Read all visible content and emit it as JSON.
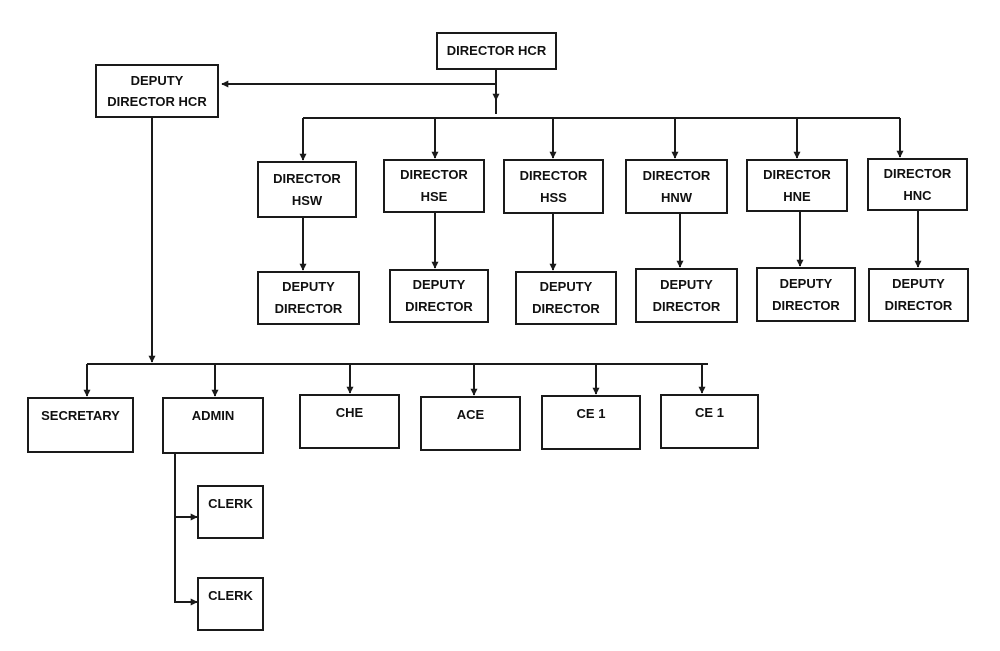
{
  "colors": {
    "line": "#1a1a1a",
    "box_border": "#1a1a1a",
    "text": "#111111",
    "background": "#ffffff"
  },
  "nodes": {
    "director_hcr": [
      "DIRECTOR HCR"
    ],
    "deputy_director_hcr": [
      "DEPUTY",
      "DIRECTOR HCR"
    ],
    "directors": [
      {
        "lines": [
          "DIRECTOR",
          "HSW"
        ],
        "deputy": [
          "DEPUTY",
          "DIRECTOR"
        ]
      },
      {
        "lines": [
          "DIRECTOR",
          "HSE"
        ],
        "deputy": [
          "DEPUTY",
          "DIRECTOR"
        ]
      },
      {
        "lines": [
          "DIRECTOR",
          "HSS"
        ],
        "deputy": [
          "DEPUTY",
          "DIRECTOR"
        ]
      },
      {
        "lines": [
          "DIRECTOR",
          "HNW"
        ],
        "deputy": [
          "DEPUTY",
          "DIRECTOR"
        ]
      },
      {
        "lines": [
          "DIRECTOR",
          "HNE"
        ],
        "deputy": [
          "DEPUTY",
          "DIRECTOR"
        ]
      },
      {
        "lines": [
          "DIRECTOR",
          "HNC"
        ],
        "deputy": [
          "DEPUTY",
          "DIRECTOR"
        ]
      }
    ],
    "staff": [
      "SECRETARY",
      "ADMIN",
      "CHE",
      "ACE",
      "CE 1",
      "CE 1"
    ],
    "clerks": [
      "CLERK",
      "CLERK"
    ]
  }
}
